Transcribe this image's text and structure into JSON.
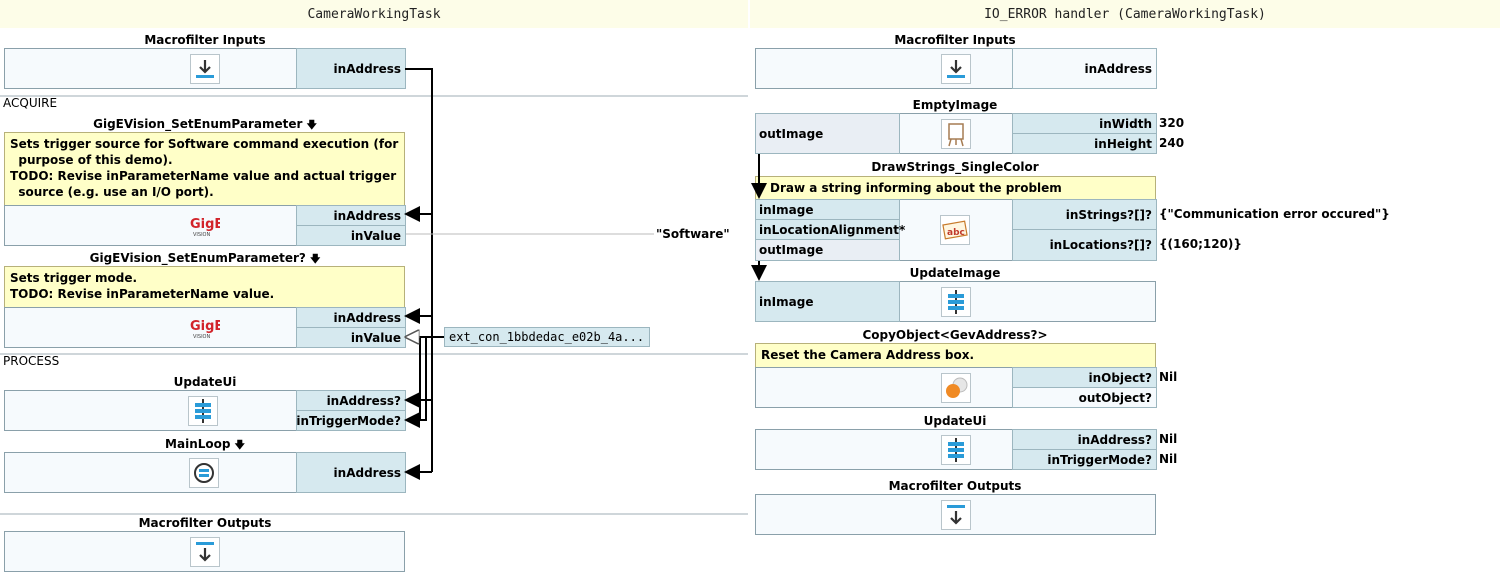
{
  "left": {
    "title": "CameraWorkingTask",
    "inputs_title": "Macrofilter Inputs",
    "inputs_port": "inAddress",
    "sec_acquire": "ACQUIRE",
    "f1": {
      "title": "GigEVision_SetEnumParameter",
      "note": [
        "Sets trigger source for Software command execution (for",
        "  purpose of this demo).",
        "TODO: Revise inParameterName value and actual trigger",
        "  source (e.g. use an I/O port)."
      ],
      "ports": [
        "inAddress",
        "inValue"
      ],
      "value": "\"Software\""
    },
    "f2": {
      "title": "GigEVision_SetEnumParameter?",
      "note": [
        "Sets trigger mode.",
        "TODO: Revise inParameterName value."
      ],
      "ports": [
        "inAddress",
        "inValue"
      ],
      "value": "ext_con_1bbdedac_e02b_4a..."
    },
    "sec_process": "PROCESS",
    "f3": {
      "title": "UpdateUi",
      "ports": [
        "inAddress?",
        "inTriggerMode?"
      ]
    },
    "f4": {
      "title": "MainLoop",
      "ports": [
        "inAddress"
      ]
    },
    "outputs_title": "Macrofilter Outputs"
  },
  "right": {
    "title": "IO_ERROR handler (CameraWorkingTask)",
    "inputs_title": "Macrofilter Inputs",
    "inputs_port": "inAddress",
    "f1": {
      "title": "EmptyImage",
      "out": "outImage",
      "ports": [
        "inWidth",
        "inHeight"
      ],
      "values": [
        "320",
        "240"
      ]
    },
    "f2": {
      "title": "DrawStrings_SingleColor",
      "note": "Draw a string informing about the problem",
      "left_ports": [
        "inImage",
        "inLocationAlignment*",
        "outImage"
      ],
      "ports": [
        "inStrings?[]?",
        "inLocations?[]?"
      ],
      "values": [
        "{\"Communication error occured\"}",
        "{(160;120)}"
      ]
    },
    "f3": {
      "title": "UpdateImage",
      "left_ports": [
        "inImage"
      ]
    },
    "f4": {
      "title": "CopyObject<GevAddress?>",
      "note": "Reset the Camera Address box.",
      "ports": [
        "inObject?",
        "outObject?"
      ],
      "values": [
        "Nil"
      ]
    },
    "f5": {
      "title": "UpdateUi",
      "ports": [
        "inAddress?",
        "inTriggerMode?"
      ],
      "values": [
        "Nil",
        "Nil"
      ]
    },
    "outputs_title": "Macrofilter Outputs"
  },
  "colors": {
    "port": "#d6e9ef",
    "note": "#ffffc8",
    "header": "#fdfde8",
    "wire": "#000000"
  },
  "icons": [
    "macro-input-icon",
    "gige-icon",
    "update-ui-icon",
    "main-loop-icon",
    "macro-output-icon",
    "easel-icon",
    "draw-text-icon",
    "update-image-icon",
    "copy-object-icon"
  ]
}
